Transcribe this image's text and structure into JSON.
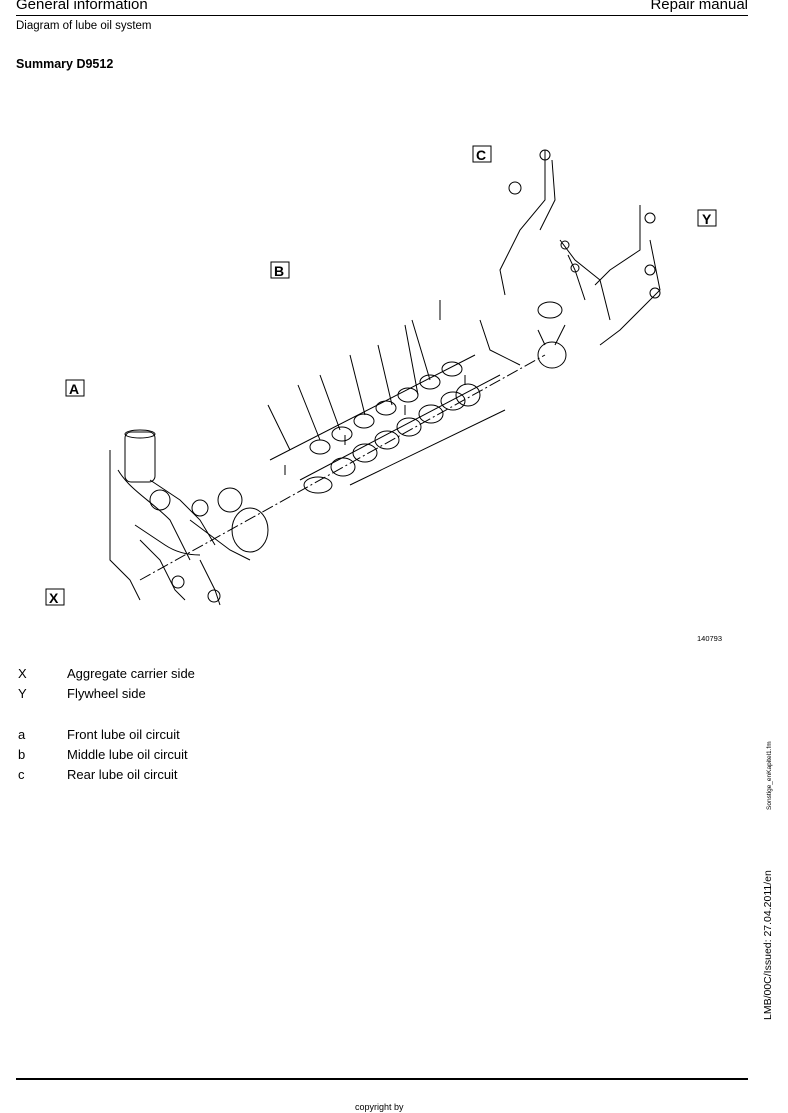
{
  "header": {
    "section": "General information",
    "manual": "Repair manual",
    "subtitle": "Diagram of lube oil system",
    "summary": "Summary D9512"
  },
  "figure": {
    "labels": {
      "a": "A",
      "b": "B",
      "c": "C",
      "x": "X",
      "y": "Y"
    },
    "number": "140793"
  },
  "legend": {
    "sides": [
      {
        "key": "X",
        "text": "Aggregate carrier side"
      },
      {
        "key": "Y",
        "text": "Flywheel side"
      }
    ],
    "circuits": [
      {
        "key": "a",
        "text": "Front lube oil circuit"
      },
      {
        "key": "b",
        "text": "Middle lube oil circuit"
      },
      {
        "key": "c",
        "text": "Rear lube oil circuit"
      }
    ]
  },
  "margin": {
    "file": "Sonstige_enKapitel1.fm",
    "issue": "LMB/00C/Issued: 27.04.2011/en"
  },
  "footer": {
    "copyright": "copyright by"
  }
}
